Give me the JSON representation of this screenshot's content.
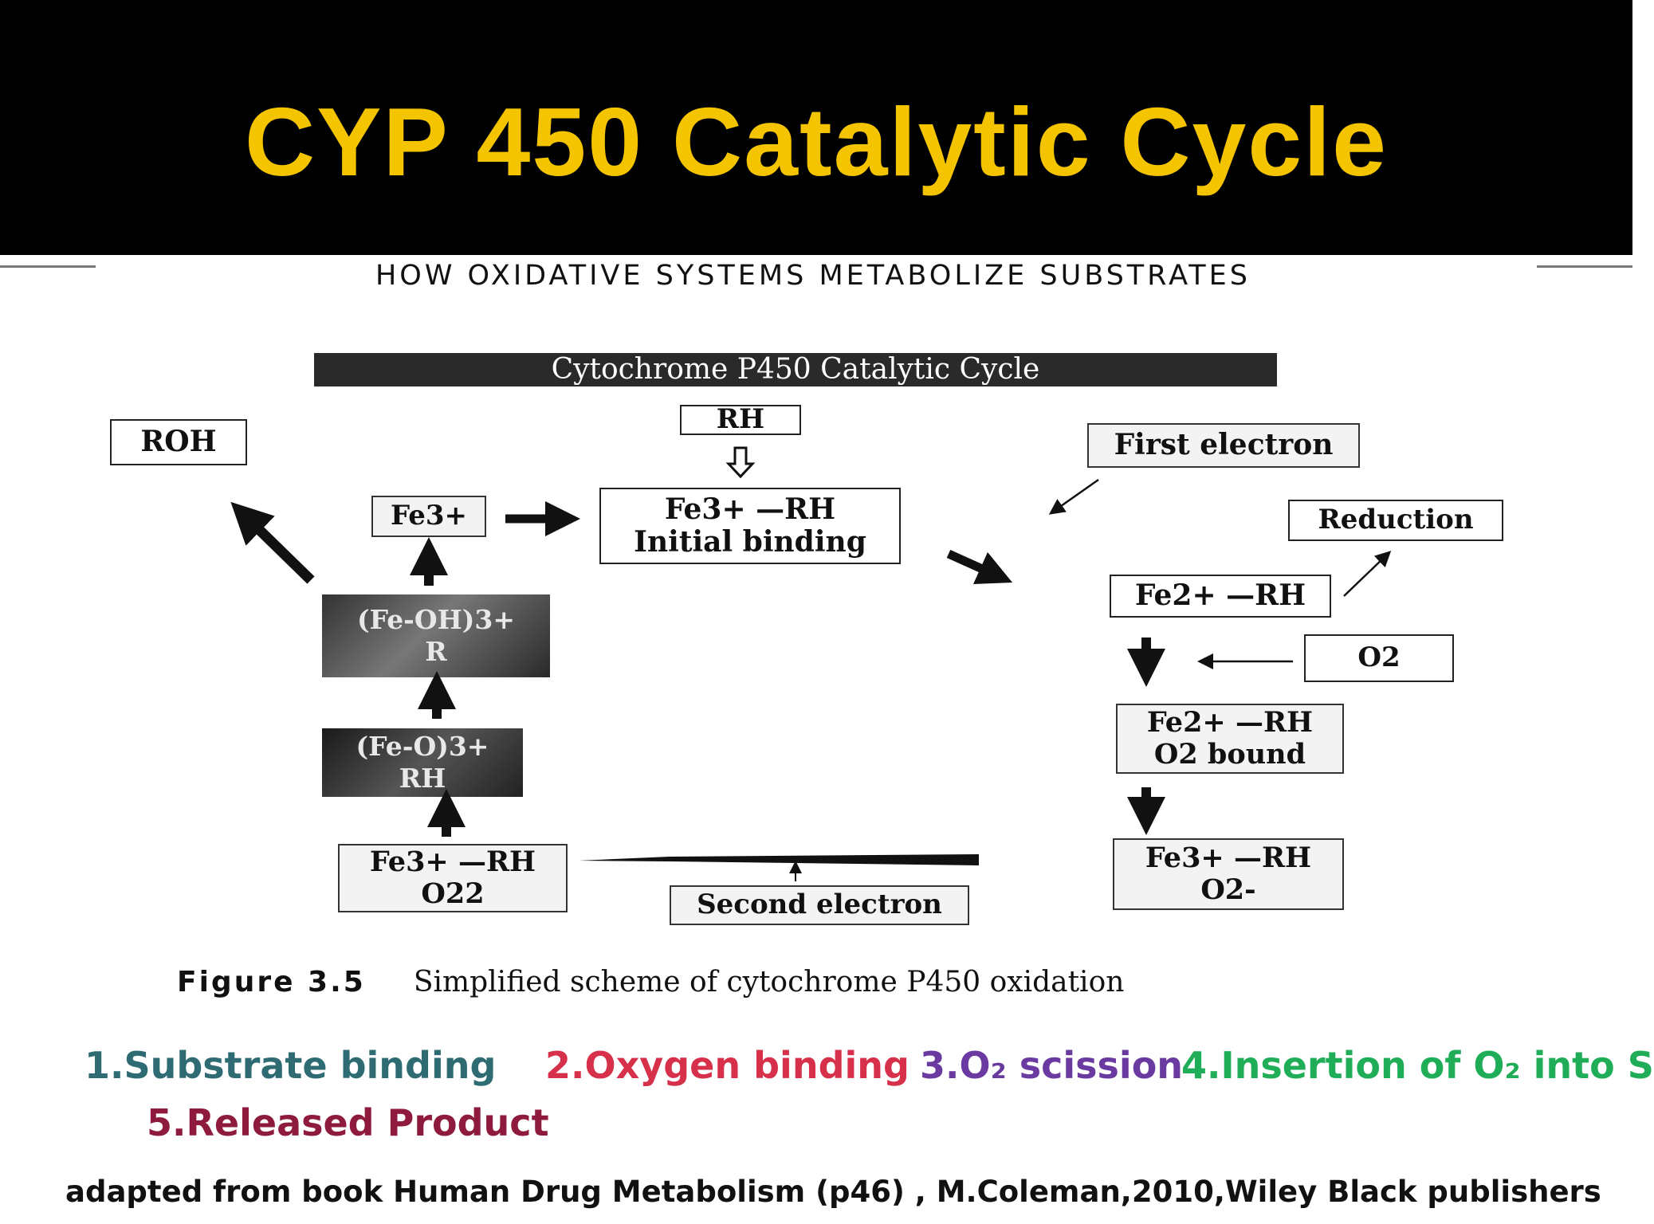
{
  "slide": {
    "title": "CYP 450 Catalytic Cycle",
    "subheading": "HOW OXIDATIVE SYSTEMS METABOLIZE SUBSTRATES"
  },
  "figure": {
    "banner": "Cytochrome P450 Catalytic Cycle",
    "boxes": {
      "roh": "ROH",
      "rh": "RH",
      "first_electron": "First electron",
      "reduction": "Reduction",
      "fe3": "Fe3+",
      "fe3_rh_line1": "Fe3+ —RH",
      "fe3_rh_line2": "Initial binding",
      "fe2_rh": "Fe2+ —RH",
      "o2": "O2",
      "fe2_o2_line1": "Fe2+ —RH",
      "fe2_o2_line2": "O2 bound",
      "fe3_o2m_line1": "Fe3+ —RH",
      "fe3_o2m_line2": "O2-",
      "second_electron": "Second electron",
      "fe3_o22_line1": "Fe3+ —RH",
      "fe3_o22_line2": "O22",
      "feo_line1": "(Fe-O)3+",
      "feo_line2": "RH",
      "feoh_line1": "(Fe-OH)3+",
      "feoh_line2": "R"
    },
    "caption_label": "Figure 3.5",
    "caption_text": "Simplified scheme of cytochrome P450 oxidation"
  },
  "steps": [
    {
      "label": "1.Substrate binding",
      "color": "#2e6b72"
    },
    {
      "label": "2.Oxygen binding",
      "color": "#d6304a"
    },
    {
      "label": "3.O₂ scission",
      "color": "#6a3aa0"
    },
    {
      "label": "4.Insertion of O₂ into S",
      "color": "#1fae57"
    },
    {
      "label": "5.Released  Product",
      "color": "#8e1a3e"
    }
  ],
  "credit": "adapted from book Human Drug Metabolism (p46) , M.Coleman,2010,Wiley Black publishers"
}
